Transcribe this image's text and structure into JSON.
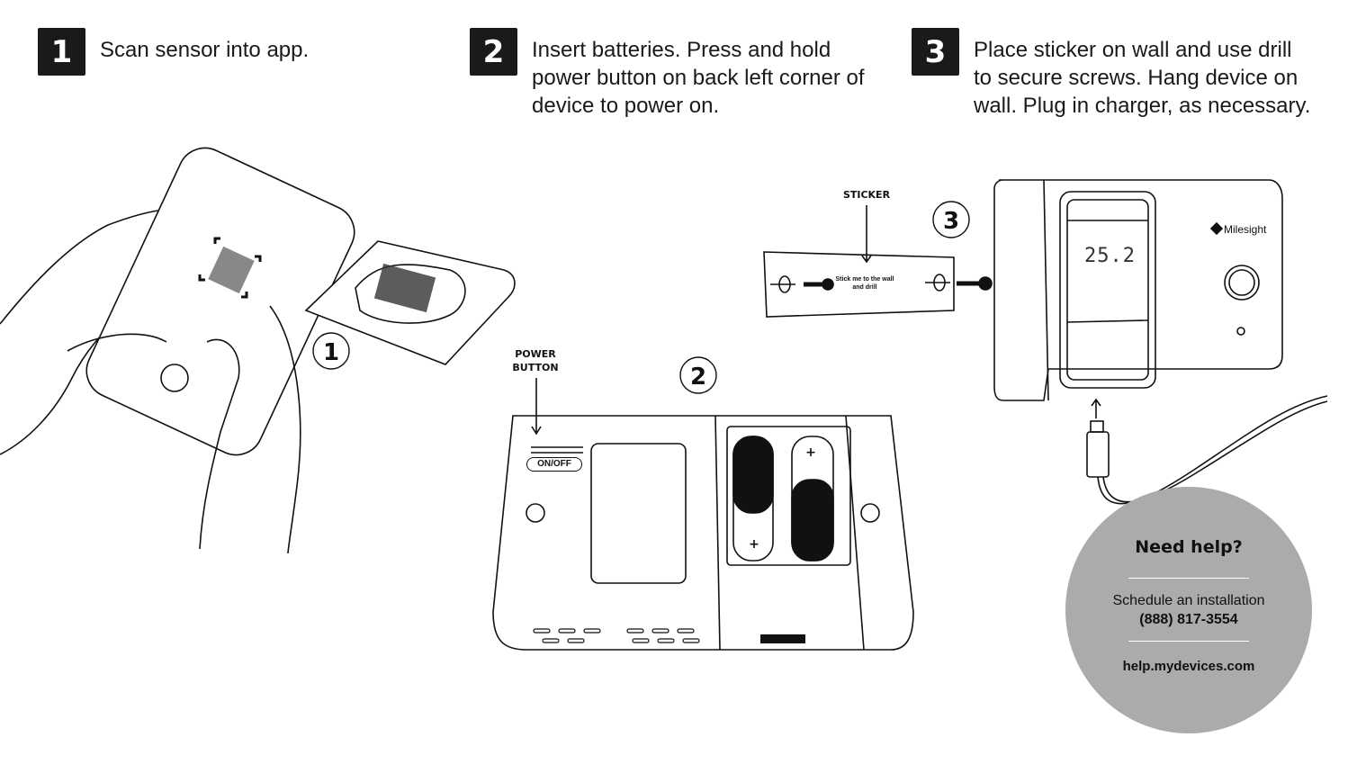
{
  "steps": [
    {
      "number": "1",
      "text": "Scan sensor into app."
    },
    {
      "number": "2",
      "text": "Insert batteries. Press and hold power button on back left corner of device to power on."
    },
    {
      "number": "3",
      "text": "Place sticker on wall and use drill to secure screws. Hang device on wall. Plug in charger, as necessary."
    }
  ],
  "illustration": {
    "callouts": [
      "1",
      "2",
      "3"
    ],
    "power_button_label": "POWER BUTTON",
    "on_off_label": "ON/OFF",
    "sticker_label": "STICKER",
    "sticker_text": "Stick me to the wall and drill",
    "lcd_reading": "25.2",
    "brand": "Milesight",
    "battery_plus": "+"
  },
  "help": {
    "title": "Need help?",
    "schedule": "Schedule an installation",
    "phone": "(888) 817-3554",
    "url": "help.mydevices.com",
    "circle_color": "#ababab"
  }
}
